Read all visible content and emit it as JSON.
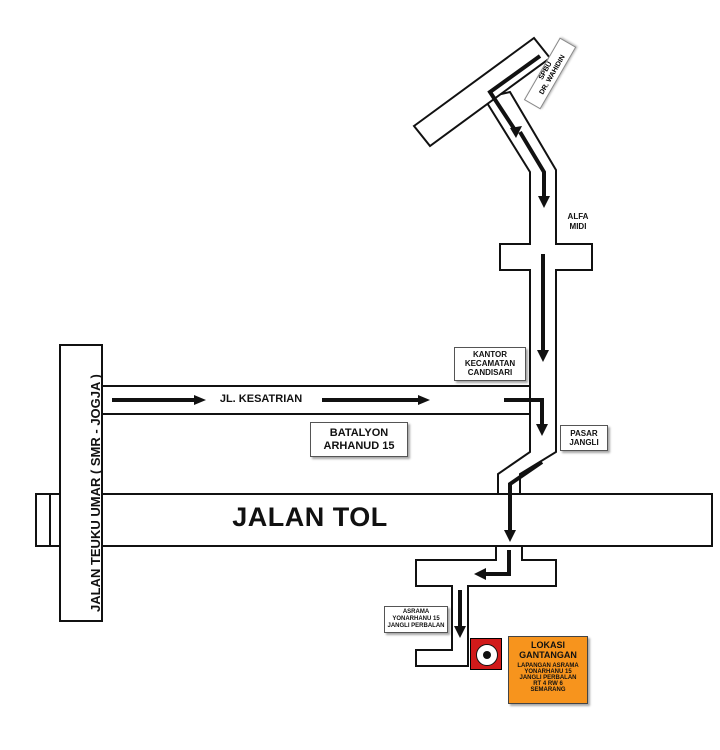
{
  "map": {
    "roads": {
      "jalan_tol": "JALAN TOL",
      "jl_kesatrian": "JL. KESATRIAN",
      "jalan_teuku_umar": "JALAN TEUKU UMAR ( SMR - JOGJA )"
    },
    "landmarks": {
      "spbu_line1": "SPBU",
      "spbu_line2": "DR. WAHIDIN",
      "alfa_midi_line1": "ALFA",
      "alfa_midi_line2": "MIDI",
      "kantor_line1": "KANTOR",
      "kantor_line2": "KECAMATAN",
      "kantor_line3": "CANDISARI",
      "pasar_line1": "PASAR",
      "pasar_line2": "JANGLI",
      "batalyon_line1": "BATALYON",
      "batalyon_line2": "ARHANUD 15",
      "asrama_line1": "ASRAMA",
      "asrama_line2": "YONARHANU 15",
      "asrama_line3": "JANGLI PERBALAN"
    },
    "destination": {
      "title_line1": "LOKASI",
      "title_line2": "GANTANGAN",
      "address_line1": "LAPANGAN ASRAMA",
      "address_line2": "YONARHANU 15",
      "address_line3": "JANGLI PERBALAN",
      "address_line4": "RT 4 RW 6",
      "address_line5": "SEMARANG",
      "box_color": "#f7941d",
      "logo_color": "#d11a1a"
    },
    "icons": {
      "route_arrow": "arrow-icon",
      "destination_logo": "battalion-emblem-icon"
    }
  }
}
